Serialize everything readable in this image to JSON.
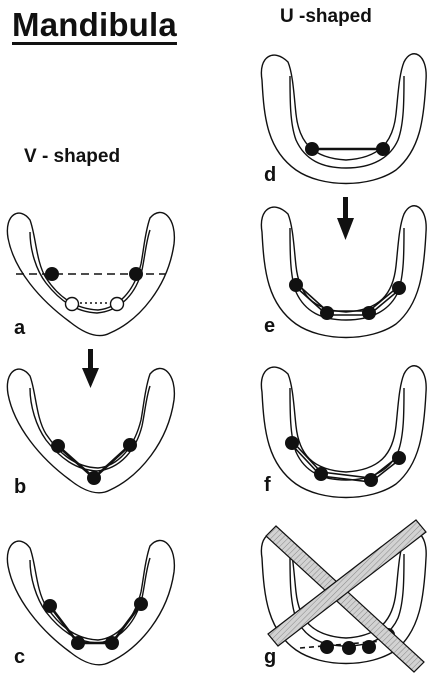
{
  "title": "Mandibula",
  "u_shaped_label": "U -shaped",
  "v_shaped_label": "V - shaped",
  "panels": {
    "a": "a",
    "b": "b",
    "c": "c",
    "d": "d",
    "e": "e",
    "f": "f",
    "g": "g"
  },
  "colors": {
    "ink": "#111111",
    "crossed_bar_fill": "#c8c8c8"
  }
}
